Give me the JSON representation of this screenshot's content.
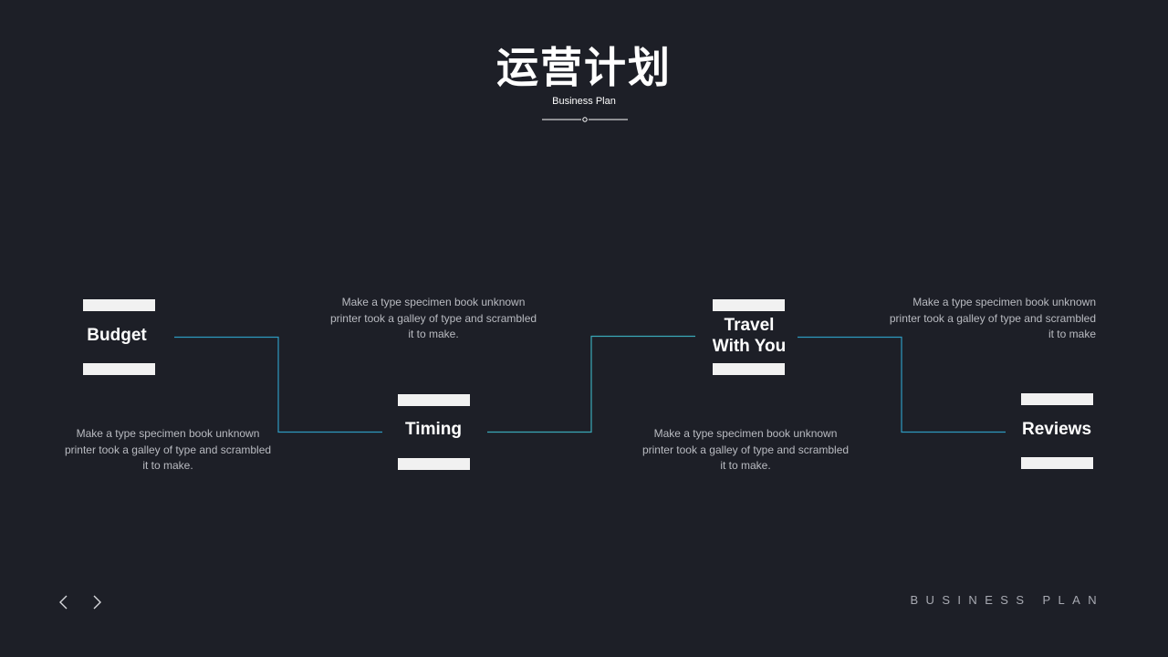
{
  "header": {
    "title": "运营计划",
    "subtitle": "Business Plan"
  },
  "colors": {
    "background": "#1d1f27",
    "accent_blue": "#2b8fc8",
    "accent_teal": "#3fb7b0",
    "bar": "#f1f1f1"
  },
  "nodes": [
    {
      "label_lines": [
        "Budget"
      ],
      "description": "Make a type specimen book unknown printer took a galley of type and scrambled it to make."
    },
    {
      "label_lines": [
        "Timing"
      ],
      "description": "Make a type specimen book unknown printer took a galley of type and scrambled it to make."
    },
    {
      "label_lines": [
        "Travel",
        "With You"
      ],
      "description": "Make a type specimen book unknown printer took a galley of type and scrambled it to make."
    },
    {
      "label_lines": [
        "Reviews"
      ],
      "description": "Make a type specimen book unknown printer took a galley of type and scrambled it to make"
    }
  ],
  "nav": {
    "prev_icon": "chevron-left-icon",
    "next_icon": "chevron-right-icon"
  },
  "footer": {
    "brand": "BUSINESS PLAN"
  }
}
